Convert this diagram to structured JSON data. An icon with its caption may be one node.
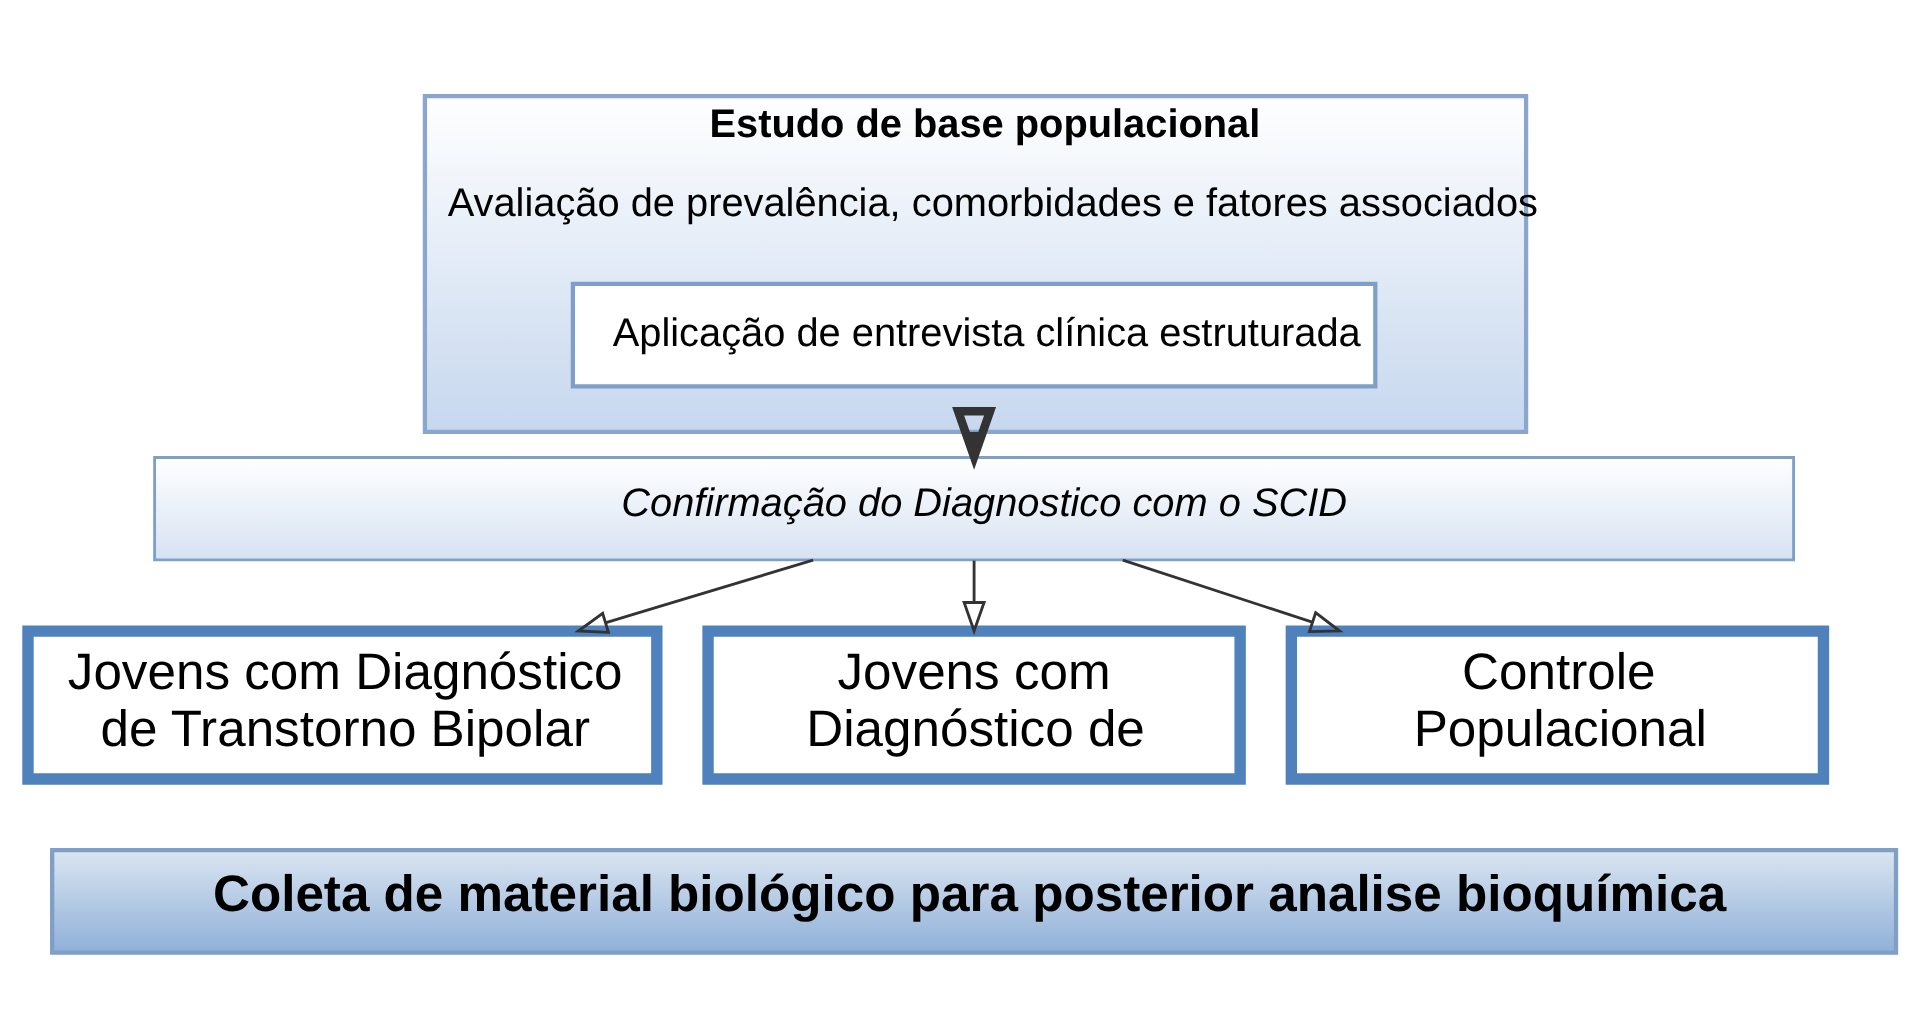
{
  "diagram": {
    "nodes": [
      {
        "text": [
          "Estudo de base populacional",
          "Avaliação de prevalência, comorbidades e fatores associados"
        ]
      },
      {
        "text": [
          "Aplicação de entrevista clínica estruturada"
        ],
        "in": 0
      },
      {
        "text": [
          "Confirmação do Diagnostico com o SCID"
        ]
      },
      {
        "text": [
          "Jovens com Diagnóstico de Transtorno Bipolar"
        ]
      },
      {
        "text": [
          "Jovens com Diagnóstico de"
        ]
      },
      {
        "text": [
          "Controle Populacional"
        ]
      },
      {
        "text": [
          "Coleta de material biológico para posterior analise bioquímica"
        ]
      }
    ],
    "edges": [
      {
        "from": 0,
        "to": 2,
        "arrow": "to",
        "style": "thick"
      },
      {
        "from": 2,
        "to": 3,
        "arrow": "to"
      },
      {
        "from": 2,
        "to": 4,
        "arrow": "to"
      },
      {
        "from": 2,
        "to": 5,
        "arrow": "to"
      }
    ]
  }
}
